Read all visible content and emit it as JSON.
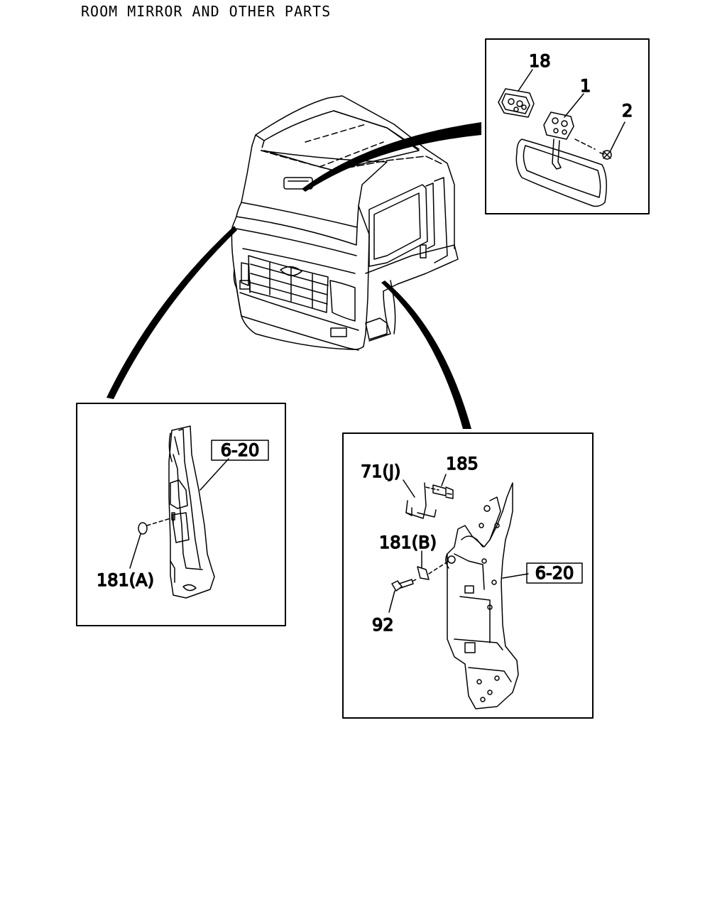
{
  "title": "ROOM MIRROR AND OTHER PARTS",
  "callouts": {
    "mirror": [
      "18",
      "1",
      "2"
    ],
    "left_pillar": [
      "181(A)"
    ],
    "right_pillar": [
      "71(J)",
      "185",
      "181(B)",
      "92"
    ]
  },
  "references": {
    "left": "6-20",
    "right": "6-20"
  }
}
